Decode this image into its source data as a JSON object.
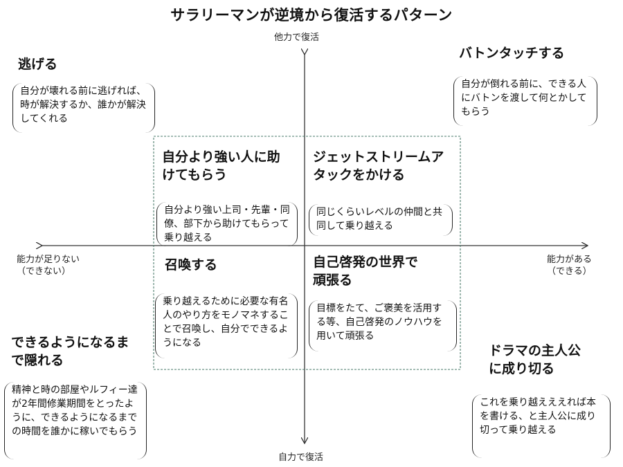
{
  "title": "サラリーマンが逆境から復活するパターン",
  "axes": {
    "top": "他力で復活",
    "bottom": "自力で復活",
    "left_line1": "能力が足りない",
    "left_line2": "（できない）",
    "right_line1": "能力がある",
    "right_line2": "（できる）"
  },
  "outer": {
    "top_left": {
      "heading": "逃げる",
      "desc": "自分が壊れる前に逃げれば、時が解決するか、誰かが解決してくれる"
    },
    "top_right": {
      "heading": "バトンタッチする",
      "desc": "自分が倒れる前に、できる人にバトンを渡して何とかしてもらう"
    },
    "bottom_left": {
      "heading_line1": "できるようになるま",
      "heading_line2": "で隠れる",
      "desc": "精神と時の部屋やルフィー達が2年間修業期間をとったように、できるようになるまでの時間を誰かに稼いでもらう"
    },
    "bottom_right": {
      "heading_line1": "ドラマの主人公",
      "heading_line2": "に成り切る",
      "desc": "これを乗り越えええれば本を書ける、と主人公に成り切って乗り越える"
    }
  },
  "inner": {
    "top_left": {
      "heading_line1": "自分より強い人に助",
      "heading_line2": "けてもらう",
      "desc": "自分より強い上司・先輩・同僚、部下から助けてもらって乗り越える"
    },
    "top_right": {
      "heading_line1": "ジェットストリームア",
      "heading_line2": "タックをかける",
      "desc": "同じくらいレベルの仲間と共同して乗り越える"
    },
    "bottom_left": {
      "heading": "召喚する",
      "desc": "乗り越えるために必要な有名人のやり方をモノマネすることで召喚し、自分でできるようになる"
    },
    "bottom_right": {
      "heading_line1": "自己啓発の世界で",
      "heading_line2": "頑張る",
      "desc": "目標をたて、ご褒美を活用する等、自己啓発のノウハウを用いて頑張る"
    }
  },
  "colors": {
    "axis": "#333333",
    "inner_frame": "#4a7a6a"
  }
}
